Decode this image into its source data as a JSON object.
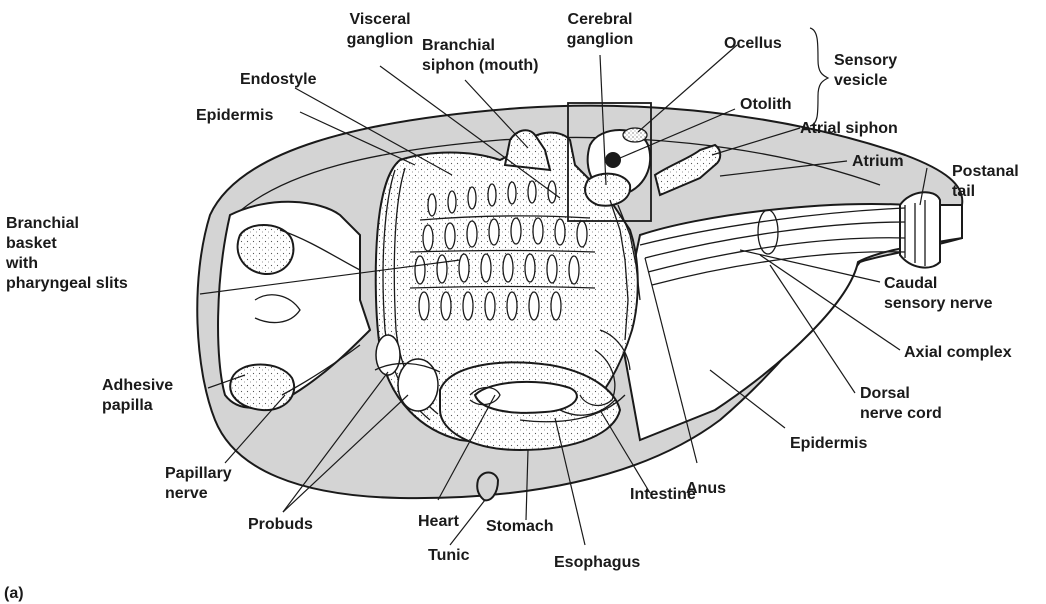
{
  "panel_label": "(a)",
  "labels": {
    "visceral_ganglion": [
      "Visceral",
      "ganglion"
    ],
    "cerebral_ganglion": [
      "Cerebral",
      "ganglion"
    ],
    "branchial_siphon": [
      "Branchial",
      "siphon (mouth)"
    ],
    "endostyle": [
      "Endostyle"
    ],
    "epidermis_top": [
      "Epidermis"
    ],
    "ocellus": [
      "Ocellus"
    ],
    "otolith": [
      "Otolith"
    ],
    "sensory_vesicle": [
      "Sensory",
      "vesicle"
    ],
    "atrial_siphon": [
      "Atrial siphon"
    ],
    "atrium": [
      "Atrium"
    ],
    "postanal_tail": [
      "Postanal",
      "tail"
    ],
    "branchial_basket": [
      "Branchial",
      "basket",
      "with",
      "pharyngeal slits"
    ],
    "caudal_sensory_nerve": [
      "Caudal",
      "sensory nerve"
    ],
    "axial_complex": [
      "Axial complex"
    ],
    "adhesive_papilla": [
      "Adhesive",
      "papilla"
    ],
    "dorsal_nerve_cord": [
      "Dorsal",
      "nerve cord"
    ],
    "epidermis_bottom": [
      "Epidermis"
    ],
    "papillary_nerve": [
      "Papillary",
      "nerve"
    ],
    "anus": [
      "Anus"
    ],
    "intestine": [
      "Intestine"
    ],
    "heart": [
      "Heart"
    ],
    "probuds": [
      "Probuds"
    ],
    "stomach": [
      "Stomach"
    ],
    "tunic": [
      "Tunic"
    ],
    "esophagus": [
      "Esophagus"
    ]
  },
  "colors": {
    "tunic_fill": "#d4d4d4",
    "body_fill": "#ffffff",
    "line": "#1a1a1a"
  }
}
